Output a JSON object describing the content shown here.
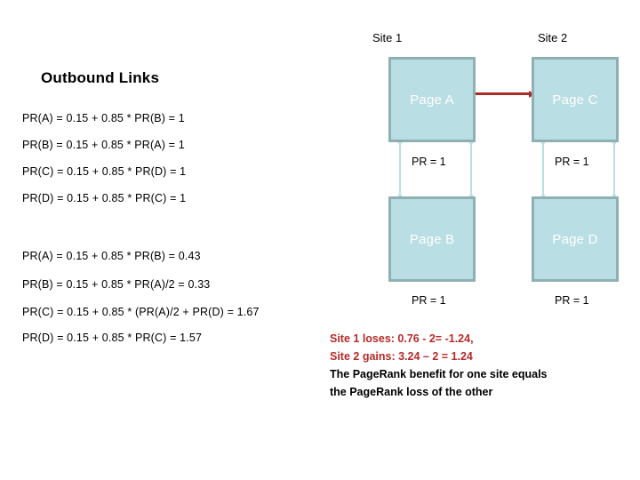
{
  "left_panel": {
    "title": "Outbound Links",
    "equations_initial": [
      "PR(A) = 0.15 + 0.85 * PR(B) = 1",
      "PR(B) = 0.15 + 0.85 * PR(A) = 1",
      "PR(C) = 0.15 + 0.85 * PR(D) = 1",
      "PR(D) = 0.15 + 0.85 * PR(C) = 1"
    ],
    "equations_after": [
      "PR(A) = 0.15 + 0.85 * PR(B) = 0.43",
      "PR(B) = 0.15 + 0.85 * PR(A)/2 = 0.33",
      "PR(C) = 0.15 + 0.85 * (PR(A)/2 + PR(D) = 1.67",
      "PR(D) = 0.15 + 0.85 * PR(C) = 1.57"
    ]
  },
  "diagram": {
    "sites": [
      {
        "id": "site-1",
        "label": "Site 1"
      },
      {
        "id": "site-2",
        "label": "Site 2"
      }
    ],
    "pages": [
      {
        "id": "page-a",
        "label": "Page A",
        "pr_label": "PR = 1"
      },
      {
        "id": "page-c",
        "label": "Page C",
        "pr_label": "PR = 1"
      },
      {
        "id": "page-b",
        "label": "Page B",
        "pr_label": "PR = 1"
      },
      {
        "id": "page-d",
        "label": "Page D",
        "pr_label": "PR = 1"
      }
    ],
    "colors": {
      "box_fill": "#b9dee3",
      "box_border": "#8fb0b2",
      "page_label_text": "#ffffff",
      "connector": "#bcdfe4",
      "cross_site_arrow": "#a82c28",
      "note_red": "#b52b28"
    }
  },
  "note": {
    "lines": [
      "Site 1 loses: 0.76 - 2= -1.24,",
      "Site 2 gains: 3.24 – 2 = 1.24",
      "The PageRank benefit for one site equals",
      "the PageRank loss of the other"
    ]
  }
}
